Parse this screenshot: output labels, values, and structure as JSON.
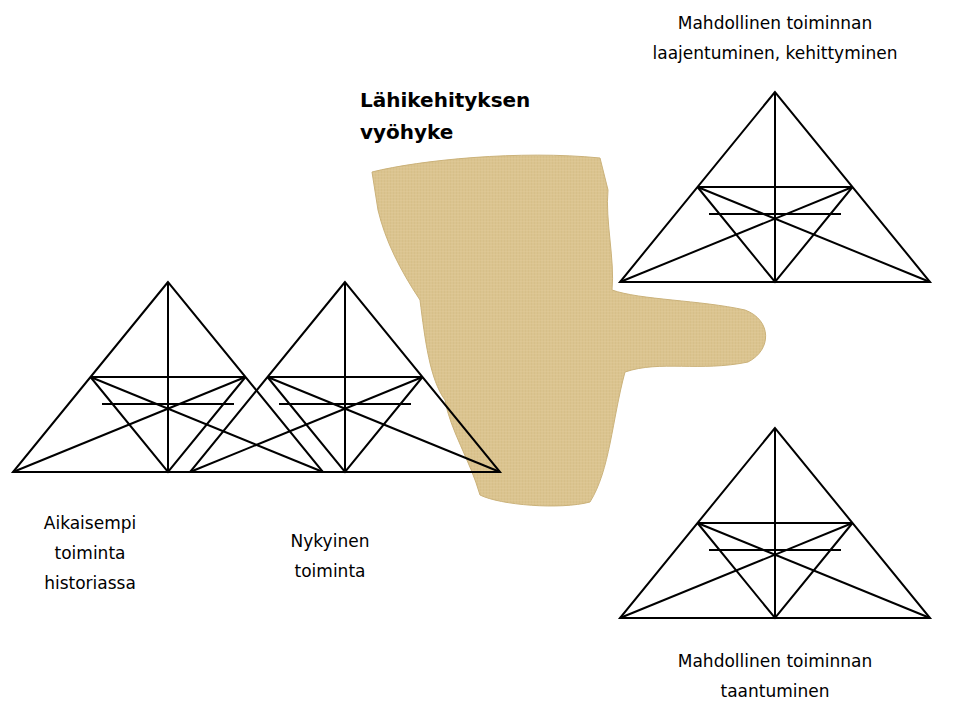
{
  "diagram": {
    "nodes": [
      {
        "text": [
          "Mahdollinen toiminnan laajentuminen, kehittyminen"
        ]
      },
      {
        "text": [
          "Lähikehityksen vyöhyke"
        ]
      },
      {
        "text": [
          "Aikaisempi toiminta historiassa"
        ]
      },
      {
        "text": [
          "Nykyinen toiminta"
        ]
      },
      {
        "text": [
          "Mahdollinen toiminnan taantuminen"
        ]
      }
    ]
  }
}
